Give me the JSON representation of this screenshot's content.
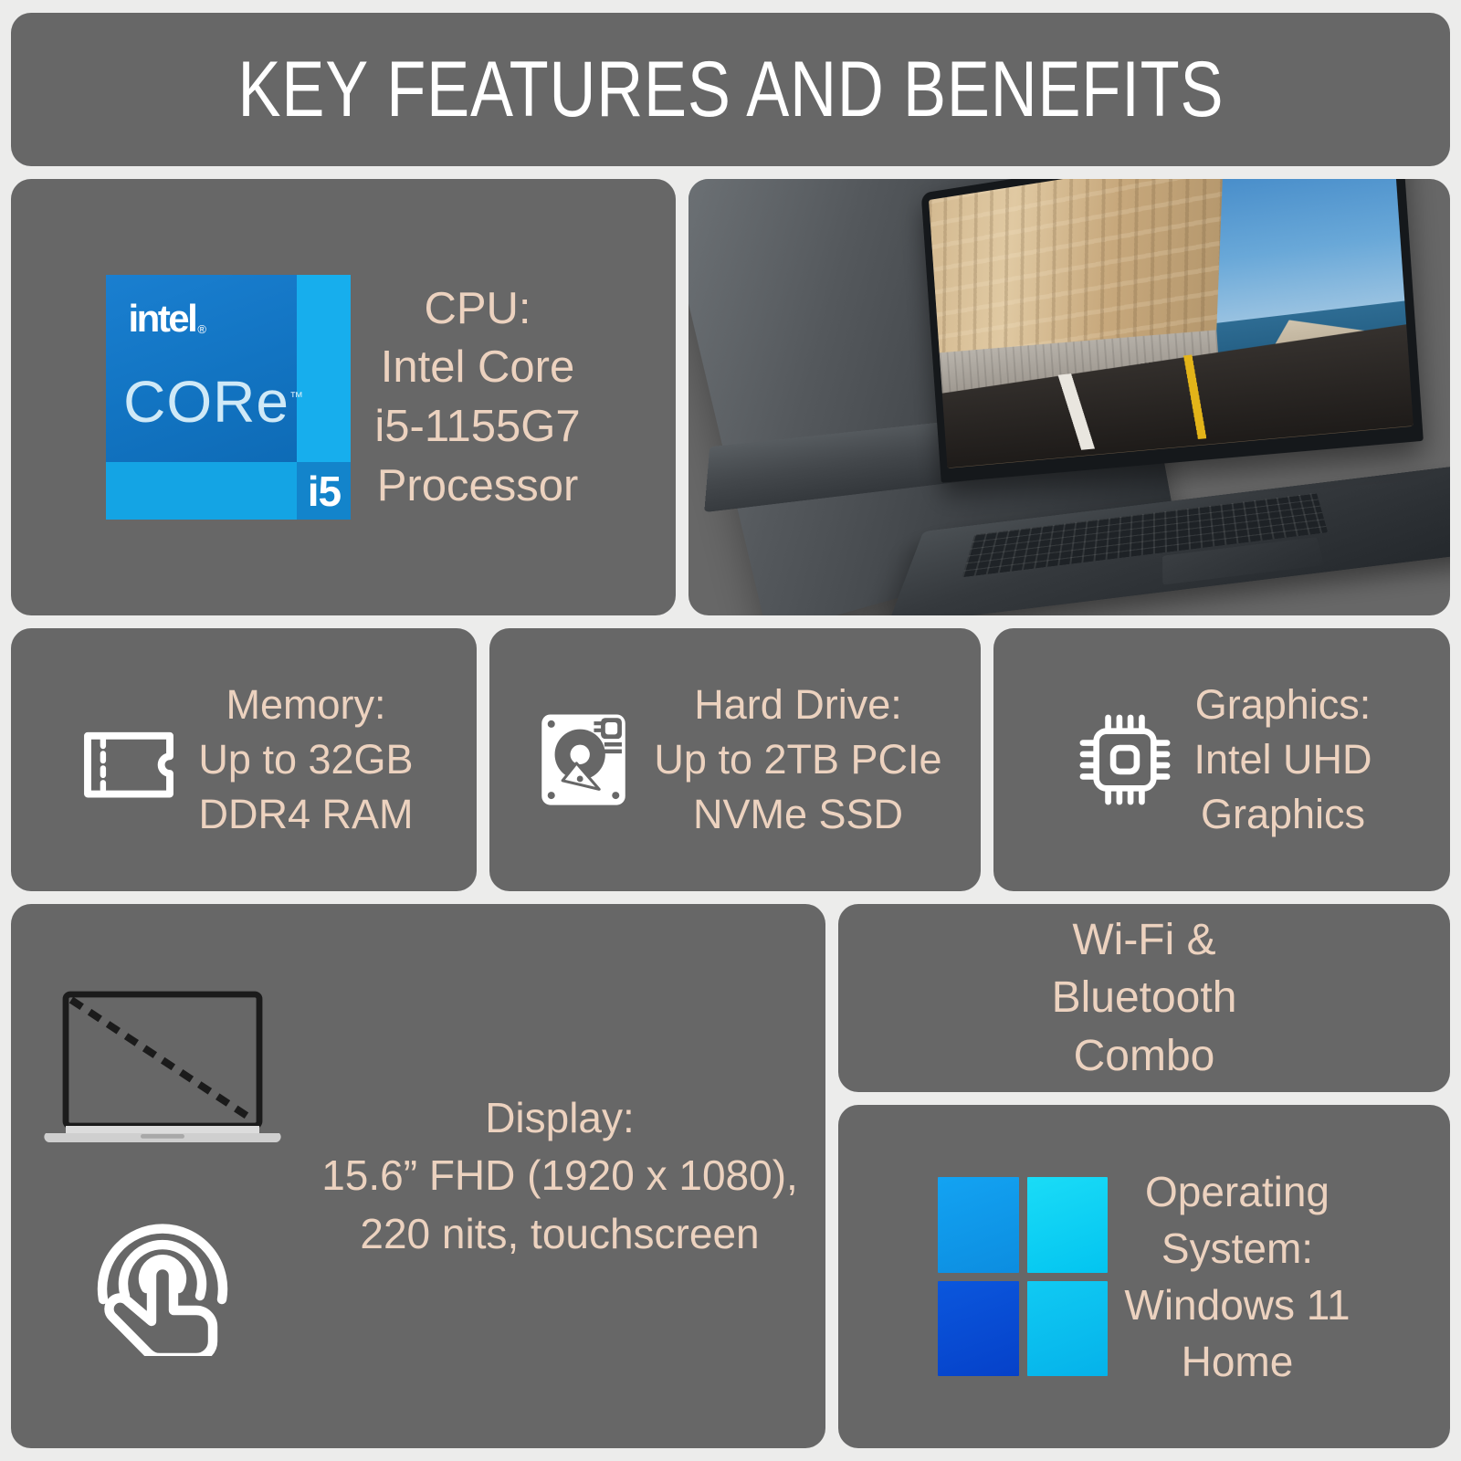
{
  "header": {
    "title": "KEY FEATURES AND BENEFITS"
  },
  "colors": {
    "page_background": "#ececeb",
    "panel_background": "#676767",
    "body_text": "#ecd2bf",
    "header_text": "#ffffff",
    "intel_blue": "#1175c4",
    "intel_cyan": "#17aeed",
    "windows_blue": "#0b57dd",
    "windows_cyan": "#1adcf7"
  },
  "features": {
    "cpu": {
      "icon": "intel-core-i5-badge",
      "text": "CPU:\nIntel Core\ni5-1155G7\nProcessor",
      "badge": {
        "brand": "intel",
        "trademark": "®",
        "family": "CORe",
        "family_trademark": "™",
        "tier": "i5"
      }
    },
    "product_photo": {
      "icon": "laptop-product-photo",
      "alt": "Two laptops, one closed from the rear and one open showing a cliffside coastal road wallpaper"
    },
    "memory": {
      "icon": "ram-stick-icon",
      "text": "Memory:\nUp to 32GB\nDDR4 RAM"
    },
    "hard_drive": {
      "icon": "hard-disk-icon",
      "text": "Hard Drive:\nUp to 2TB PCIe\nNVMe SSD"
    },
    "graphics": {
      "icon": "cpu-chip-icon",
      "text": "Graphics:\nIntel UHD\nGraphics"
    },
    "display": {
      "icon_screen": "laptop-diagonal-measure-icon",
      "icon_touch": "touch-gesture-icon",
      "text": "Display:\n15.6” FHD (1920 x 1080),\n220 nits, touchscreen"
    },
    "wireless": {
      "text": "Wi-Fi &\nBluetooth\nCombo"
    },
    "operating_system": {
      "icon": "windows-logo-icon",
      "text": "Operating\nSystem:\nWindows 11\nHome"
    }
  }
}
